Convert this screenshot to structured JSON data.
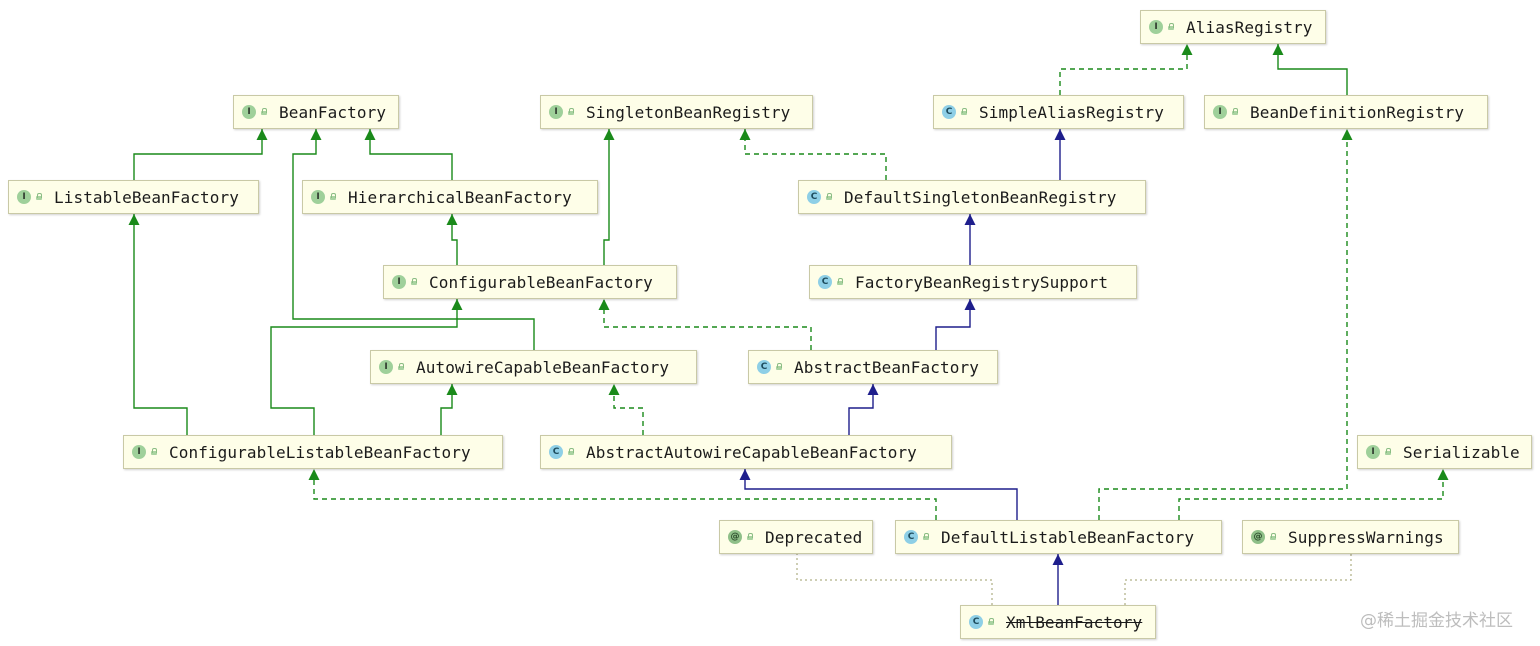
{
  "nodes": [
    {
      "id": "AliasRegistry",
      "label": "AliasRegistry",
      "kind": "interface",
      "badge": "I"
    },
    {
      "id": "BeanFactory",
      "label": "BeanFactory",
      "kind": "interface",
      "badge": "I"
    },
    {
      "id": "SingletonBeanRegistry",
      "label": "SingletonBeanRegistry",
      "kind": "interface",
      "badge": "I"
    },
    {
      "id": "SimpleAliasRegistry",
      "label": "SimpleAliasRegistry",
      "kind": "class",
      "badge": "C"
    },
    {
      "id": "BeanDefinitionRegistry",
      "label": "BeanDefinitionRegistry",
      "kind": "interface",
      "badge": "I"
    },
    {
      "id": "ListableBeanFactory",
      "label": "ListableBeanFactory",
      "kind": "interface",
      "badge": "I"
    },
    {
      "id": "HierarchicalBeanFactory",
      "label": "HierarchicalBeanFactory",
      "kind": "interface",
      "badge": "I"
    },
    {
      "id": "DefaultSingletonBeanRegistry",
      "label": "DefaultSingletonBeanRegistry",
      "kind": "class",
      "badge": "C"
    },
    {
      "id": "ConfigurableBeanFactory",
      "label": "ConfigurableBeanFactory",
      "kind": "interface",
      "badge": "I"
    },
    {
      "id": "FactoryBeanRegistrySupport",
      "label": "FactoryBeanRegistrySupport",
      "kind": "class",
      "badge": "C"
    },
    {
      "id": "AutowireCapableBeanFactory",
      "label": "AutowireCapableBeanFactory",
      "kind": "interface",
      "badge": "I"
    },
    {
      "id": "AbstractBeanFactory",
      "label": "AbstractBeanFactory",
      "kind": "class",
      "badge": "C"
    },
    {
      "id": "ConfigurableListableBeanFactory",
      "label": "ConfigurableListableBeanFactory",
      "kind": "interface",
      "badge": "I"
    },
    {
      "id": "AbstractAutowireCapableBeanFactory",
      "label": "AbstractAutowireCapableBeanFactory",
      "kind": "class",
      "badge": "C"
    },
    {
      "id": "Serializable",
      "label": "Serializable",
      "kind": "interface",
      "badge": "I"
    },
    {
      "id": "Deprecated",
      "label": "Deprecated",
      "kind": "annotation",
      "badge": "@"
    },
    {
      "id": "DefaultListableBeanFactory",
      "label": "DefaultListableBeanFactory",
      "kind": "class",
      "badge": "C"
    },
    {
      "id": "SuppressWarnings",
      "label": "SuppressWarnings",
      "kind": "annotation",
      "badge": "@"
    },
    {
      "id": "XmlBeanFactory",
      "label": "XmlBeanFactory",
      "kind": "class",
      "badge": "C",
      "deprecated": true
    }
  ],
  "edges": [
    {
      "from": "ListableBeanFactory",
      "to": "BeanFactory",
      "type": "extends-interface"
    },
    {
      "from": "HierarchicalBeanFactory",
      "to": "BeanFactory",
      "type": "extends-interface"
    },
    {
      "from": "AutowireCapableBeanFactory",
      "to": "BeanFactory",
      "type": "extends-interface"
    },
    {
      "from": "ConfigurableBeanFactory",
      "to": "HierarchicalBeanFactory",
      "type": "extends-interface"
    },
    {
      "from": "ConfigurableBeanFactory",
      "to": "SingletonBeanRegistry",
      "type": "extends-interface"
    },
    {
      "from": "ConfigurableListableBeanFactory",
      "to": "ListableBeanFactory",
      "type": "extends-interface"
    },
    {
      "from": "ConfigurableListableBeanFactory",
      "to": "AutowireCapableBeanFactory",
      "type": "extends-interface"
    },
    {
      "from": "ConfigurableListableBeanFactory",
      "to": "ConfigurableBeanFactory",
      "type": "extends-interface"
    },
    {
      "from": "BeanDefinitionRegistry",
      "to": "AliasRegistry",
      "type": "extends-interface"
    },
    {
      "from": "SimpleAliasRegistry",
      "to": "AliasRegistry",
      "type": "implements"
    },
    {
      "from": "DefaultSingletonBeanRegistry",
      "to": "SingletonBeanRegistry",
      "type": "implements"
    },
    {
      "from": "DefaultSingletonBeanRegistry",
      "to": "SimpleAliasRegistry",
      "type": "extends-class"
    },
    {
      "from": "FactoryBeanRegistrySupport",
      "to": "DefaultSingletonBeanRegistry",
      "type": "extends-class"
    },
    {
      "from": "AbstractBeanFactory",
      "to": "FactoryBeanRegistrySupport",
      "type": "extends-class"
    },
    {
      "from": "AbstractBeanFactory",
      "to": "ConfigurableBeanFactory",
      "type": "implements"
    },
    {
      "from": "AbstractAutowireCapableBeanFactory",
      "to": "AbstractBeanFactory",
      "type": "extends-class"
    },
    {
      "from": "AbstractAutowireCapableBeanFactory",
      "to": "AutowireCapableBeanFactory",
      "type": "implements"
    },
    {
      "from": "DefaultListableBeanFactory",
      "to": "AbstractAutowireCapableBeanFactory",
      "type": "extends-class"
    },
    {
      "from": "DefaultListableBeanFactory",
      "to": "ConfigurableListableBeanFactory",
      "type": "implements"
    },
    {
      "from": "DefaultListableBeanFactory",
      "to": "BeanDefinitionRegistry",
      "type": "implements"
    },
    {
      "from": "DefaultListableBeanFactory",
      "to": "Serializable",
      "type": "implements"
    },
    {
      "from": "XmlBeanFactory",
      "to": "DefaultListableBeanFactory",
      "type": "extends-class"
    },
    {
      "from": "XmlBeanFactory",
      "to": "Deprecated",
      "type": "annotated"
    },
    {
      "from": "XmlBeanFactory",
      "to": "SuppressWarnings",
      "type": "annotated"
    }
  ],
  "colors": {
    "extends_interface": "#1a8a1a",
    "implements": "#1a8a1a",
    "extends_class": "#1e1e8c",
    "annotated": "#9c9c6a",
    "node_fill": "#fefee8",
    "node_border": "#c9c9a6"
  },
  "watermark": "@稀土掘金技术社区"
}
